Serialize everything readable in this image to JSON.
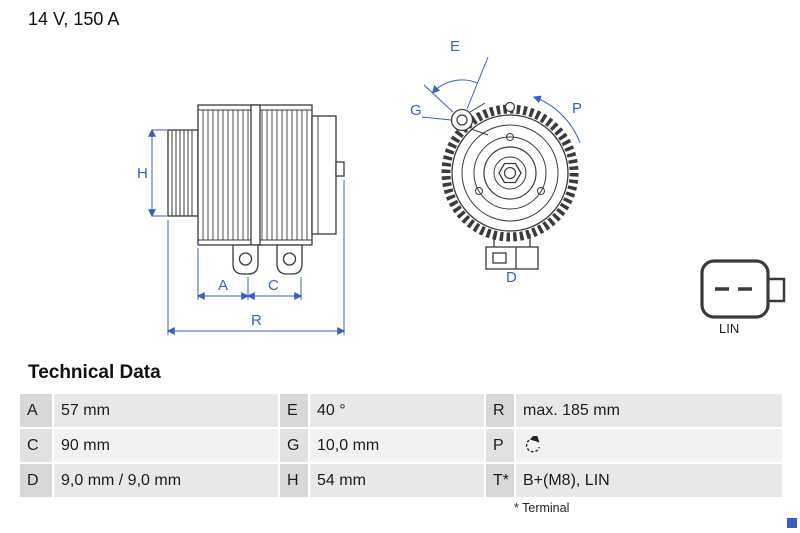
{
  "header": {
    "spec": "14 V, 150 A"
  },
  "drawing": {
    "accent_color": "#3a5fc4",
    "line_color": "#3a3a3a",
    "dimension_labels": {
      "H": "H",
      "A": "A",
      "C": "C",
      "R": "R",
      "E": "E",
      "G": "G",
      "P": "P",
      "D": "D"
    },
    "connector": {
      "label": "LIN"
    }
  },
  "technical_data": {
    "title": "Technical Data",
    "rows": [
      {
        "cells": [
          {
            "label": "A",
            "value": "57 mm"
          },
          {
            "label": "E",
            "value": "40 °"
          },
          {
            "label": "R",
            "value": "max. 185 mm"
          }
        ]
      },
      {
        "cells": [
          {
            "label": "C",
            "value": "90 mm"
          },
          {
            "label": "G",
            "value": "10,0 mm"
          },
          {
            "label": "P",
            "value": "",
            "icon": "clockwise-rotation-icon"
          }
        ]
      },
      {
        "cells": [
          {
            "label": "D",
            "value": "9,0 mm / 9,0 mm"
          },
          {
            "label": "H",
            "value": "54 mm"
          },
          {
            "label": "T*",
            "value": "B+(M8), LIN"
          }
        ]
      }
    ],
    "footnote": "* Terminal"
  }
}
